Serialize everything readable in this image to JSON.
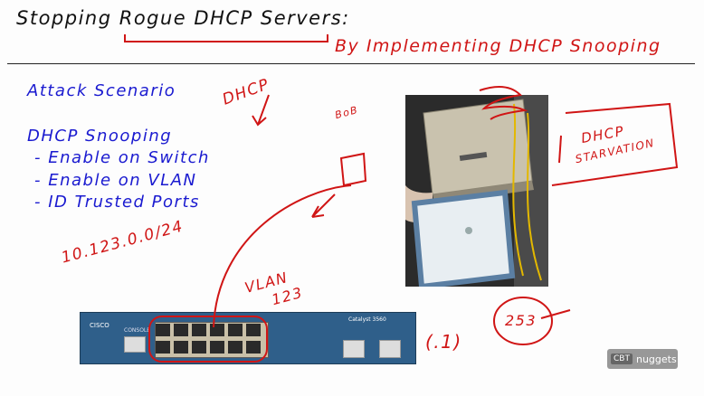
{
  "slide": {
    "title": "Stopping Rogue DHCP Servers:",
    "subtitle": "By Implementing DHCP Snooping",
    "notes": {
      "heading1": "Attack Scenario",
      "heading2": "DHCP Snooping",
      "bullets": [
        "- Enable on Switch",
        "- Enable on VLAN",
        "- ID Trusted Ports"
      ]
    },
    "annotations": {
      "dhcp": "DHCP",
      "bob": "BoB",
      "subnet": "10.123.0.0/24",
      "vlan": "VLAN",
      "vlan_id": "123",
      "starvation_1": "DHCP",
      "starvation_2": "STARVATION",
      "host_1": "(.1)",
      "host_2": "253"
    },
    "switch": {
      "brand": "CISCO",
      "port_label": "CONSOLE",
      "model": "Catalyst 3560"
    },
    "watermark": {
      "part1": "CBT",
      "part2": "nuggets"
    }
  }
}
